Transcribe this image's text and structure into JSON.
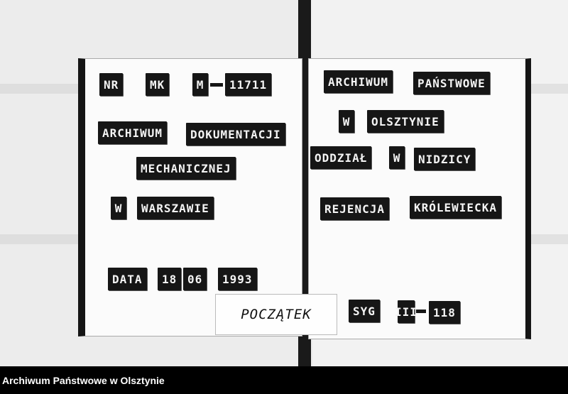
{
  "left_card": {
    "nr": "NR",
    "mk": "MK",
    "m": "M",
    "number": "11711",
    "archive": "ARCHIWUM",
    "documentation": "DOKUMENTACJI",
    "mechanical": "MECHANICZNEJ",
    "w": "W",
    "city": "WARSZAWIE",
    "date_label": "DATA",
    "day": "18",
    "month": "06",
    "year": "1993"
  },
  "label": "POCZĄTEK",
  "right_card": {
    "archive": "ARCHIWUM",
    "state": "PAŃSTWOWE",
    "w1": "W",
    "city": "OLSZTYNIE",
    "branch": "ODDZIAŁ",
    "w2": "W",
    "branch_city": "NIDZICY",
    "regency": "REJENCJA",
    "koenigsberg": "KRÓLEWIECKA",
    "syg": "SYG",
    "roman": "III",
    "sig_number": "118"
  },
  "footer": {
    "text": "Archiwum Państwowe w Olsztynie"
  }
}
